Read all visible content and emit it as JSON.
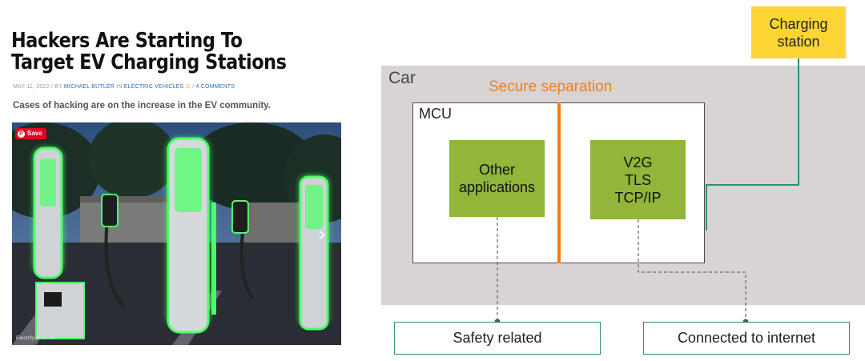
{
  "article": {
    "title": "Hackers Are Starting To Target EV Charging Stations",
    "meta_date": "MAY 11, 2022 / BY",
    "meta_author": "MICHAEL BUTLER",
    "meta_in": "IN",
    "meta_category": "ELECTRIC VEHICLES",
    "meta_sep": "/",
    "meta_comments": "4 COMMENTS",
    "lede": "Cases of hacking are on the increase in the EV community.",
    "save_label": "Save",
    "photo_caption": "Electrify America"
  },
  "diagram": {
    "car_label": "Car",
    "separation_label": "Secure separation",
    "mcu_label": "MCU",
    "other_apps": [
      "Other",
      "applications"
    ],
    "v2g_stack": [
      "V2G",
      "TLS",
      "TCP/IP"
    ],
    "charging_station": [
      "Charging",
      "station"
    ],
    "safety_label": "Safety related",
    "internet_label": "Connected to internet"
  },
  "colors": {
    "car_bg": "#d9d4d4",
    "separation": "#f07d1a",
    "green_block": "#92b53a",
    "charging_station": "#fcd535",
    "teal_line": "#2e8e7c"
  }
}
